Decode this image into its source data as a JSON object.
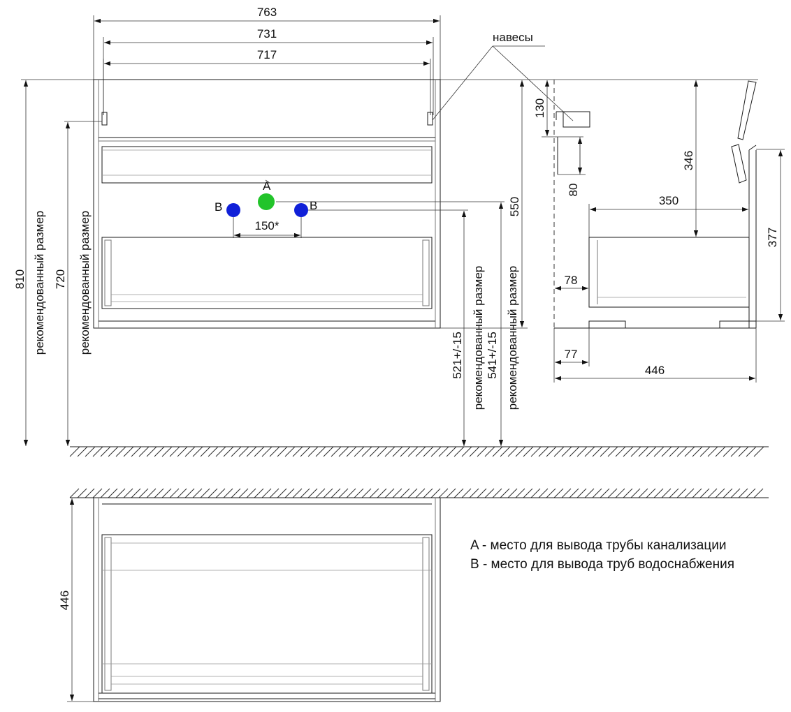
{
  "front_view": {
    "dims": {
      "width_total": "763",
      "width_mid": "731",
      "width_inner": "717",
      "height_total": "810",
      "height_mount": "720",
      "height_side": "550",
      "height_pipe_a": "521+/-15",
      "height_pipe_b": "541+/-15",
      "pipe_spacing": "150*"
    },
    "labels": {
      "recommended_810": "рекомендованный размер",
      "recommended_720": "рекомендованный размер",
      "recommended_521": "рекомендованный размер",
      "recommended_541": "рекомендованный размер",
      "hinges": "навесы",
      "point_a": "A",
      "point_b_left": "B",
      "point_b_right": "B"
    },
    "colors": {
      "drain": "#22c42a",
      "water": "#1020d8"
    }
  },
  "side_view": {
    "dims": {
      "d130": "130",
      "d80": "80",
      "d346": "346",
      "d350": "350",
      "d377": "377",
      "d78": "78",
      "d77": "77",
      "d446": "446"
    }
  },
  "top_view": {
    "dims": {
      "depth": "446"
    }
  },
  "legend": {
    "a": "A - место для вывода трубы канализации",
    "b": "B - место для вывода труб водоснабжения"
  }
}
